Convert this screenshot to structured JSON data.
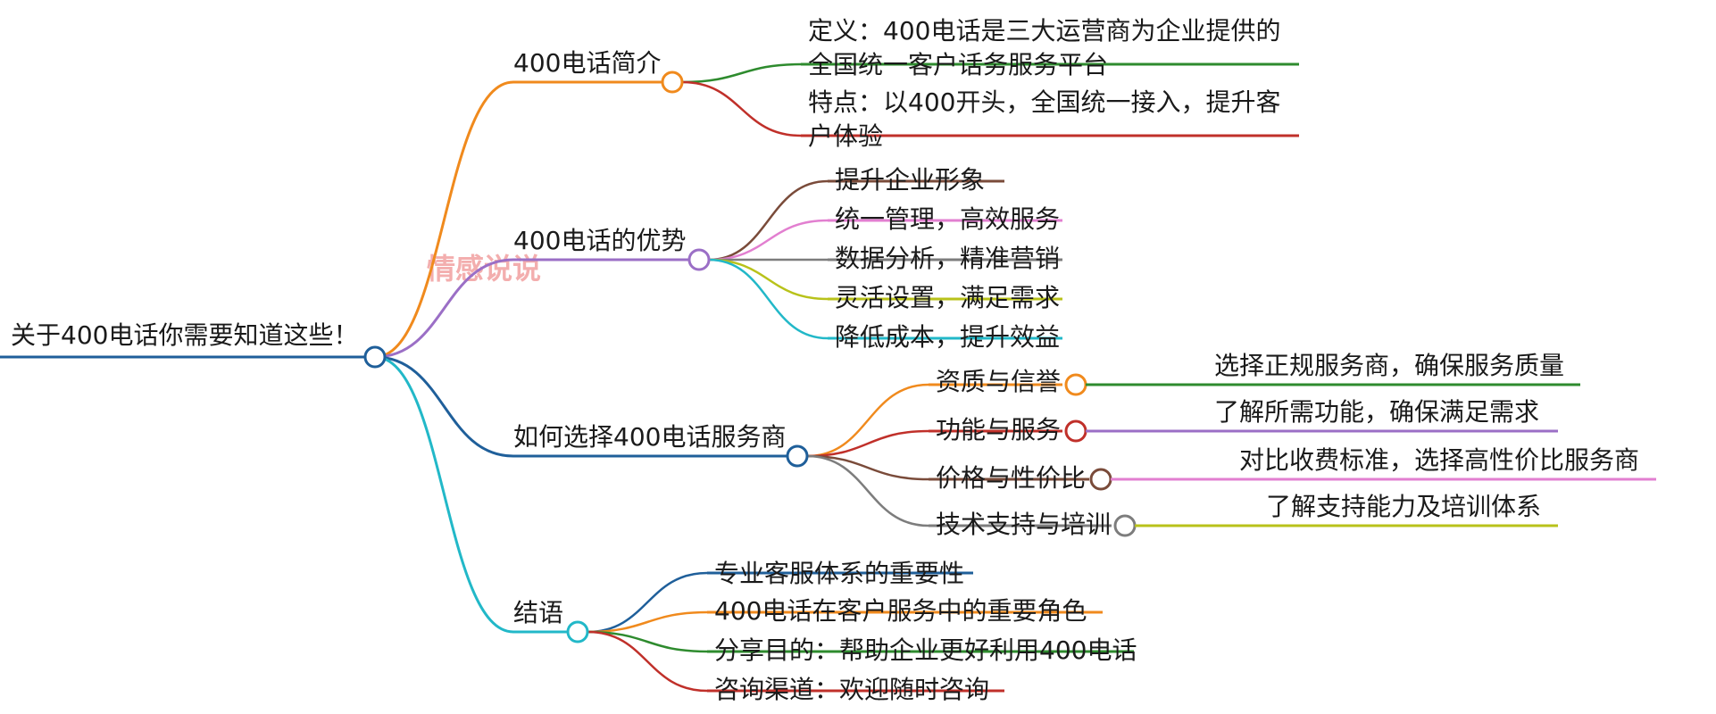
{
  "root": {
    "text": "关于400电话你需要知道这些！",
    "color": "#1f5f9a"
  },
  "watermark": "情感说说",
  "branches": [
    {
      "text": "400电话简介",
      "color": "#f08a1d",
      "children": [
        {
          "lines": [
            "定义：400电话是三大运营商为企业提供的",
            "全国统一客户话务服务平台"
          ],
          "color": "#2e8b2e"
        },
        {
          "lines": [
            "特点：以400开头，全国统一接入，提升客",
            "户体验"
          ],
          "color": "#c0302a"
        }
      ]
    },
    {
      "text": "400电话的优势",
      "color": "#9b6fc6",
      "children": [
        {
          "lines": [
            "提升企业形象"
          ],
          "color": "#7a4b3a"
        },
        {
          "lines": [
            "统一管理，高效服务"
          ],
          "color": "#e27fd0"
        },
        {
          "lines": [
            "数据分析，精准营销"
          ],
          "color": "#7d7d7d"
        },
        {
          "lines": [
            "灵活设置，满足需求"
          ],
          "color": "#b8c21a"
        },
        {
          "lines": [
            "降低成本，提升效益"
          ],
          "color": "#22b8c8"
        }
      ]
    },
    {
      "text": "如何选择400电话服务商",
      "color": "#1f5f9a",
      "children": [
        {
          "lines": [
            "资质与信誉"
          ],
          "color": "#f08a1d",
          "sub": {
            "text": "选择正规服务商，确保服务质量",
            "color": "#2e8b2e"
          }
        },
        {
          "lines": [
            "功能与服务"
          ],
          "color": "#c0302a",
          "sub": {
            "text": "了解所需功能，确保满足需求",
            "color": "#9b6fc6"
          }
        },
        {
          "lines": [
            "价格与性价比"
          ],
          "color": "#7a4b3a",
          "sub": {
            "text": "对比收费标准，选择高性价比服务商",
            "color": "#e27fd0"
          }
        },
        {
          "lines": [
            "技术支持与培训"
          ],
          "color": "#7d7d7d",
          "sub": {
            "text": "了解支持能力及培训体系",
            "color": "#b8c21a"
          }
        }
      ]
    },
    {
      "text": "结语",
      "color": "#22b8c8",
      "children": [
        {
          "lines": [
            "专业客服体系的重要性"
          ],
          "color": "#1f5f9a"
        },
        {
          "lines": [
            "400电话在客户服务中的重要角色"
          ],
          "color": "#f08a1d"
        },
        {
          "lines": [
            "分享目的：帮助企业更好利用400电话"
          ],
          "color": "#2e8b2e"
        },
        {
          "lines": [
            "咨询渠道：欢迎随时咨询"
          ],
          "color": "#c0302a"
        }
      ]
    }
  ]
}
